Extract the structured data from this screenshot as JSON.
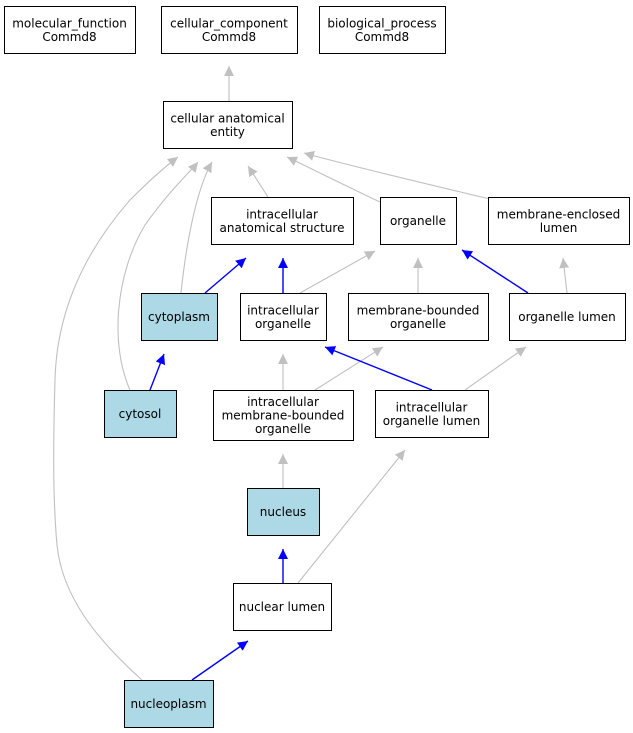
{
  "diagram": {
    "type": "ontology-graph",
    "colors": {
      "background": "#ffffff",
      "node_fill": "#ffffff",
      "highlight_fill": "#add8e6",
      "node_stroke": "#000000",
      "edge_gray": "#c0c0c0",
      "edge_blue": "#0000ff"
    },
    "nodes": [
      {
        "id": "mf",
        "lines": [
          "molecular_function",
          "Commd8"
        ],
        "highlight": false
      },
      {
        "id": "cc",
        "lines": [
          "cellular_component",
          "Commd8"
        ],
        "highlight": false
      },
      {
        "id": "bp",
        "lines": [
          "biological_process",
          "Commd8"
        ],
        "highlight": false
      },
      {
        "id": "cae",
        "lines": [
          "cellular anatomical",
          "entity"
        ],
        "highlight": false
      },
      {
        "id": "ias",
        "lines": [
          "intracellular",
          "anatomical structure"
        ],
        "highlight": false
      },
      {
        "id": "org",
        "lines": [
          "organelle"
        ],
        "highlight": false
      },
      {
        "id": "mel",
        "lines": [
          "membrane-enclosed",
          "lumen"
        ],
        "highlight": false
      },
      {
        "id": "cyto",
        "lines": [
          "cytoplasm"
        ],
        "highlight": true
      },
      {
        "id": "io",
        "lines": [
          "intracellular",
          "organelle"
        ],
        "highlight": false
      },
      {
        "id": "mbo",
        "lines": [
          "membrane-bounded",
          "organelle"
        ],
        "highlight": false
      },
      {
        "id": "ol",
        "lines": [
          "organelle lumen"
        ],
        "highlight": false
      },
      {
        "id": "cytosol",
        "lines": [
          "cytosol"
        ],
        "highlight": true
      },
      {
        "id": "imbo",
        "lines": [
          "intracellular",
          "membrane-bounded",
          "organelle"
        ],
        "highlight": false
      },
      {
        "id": "iol",
        "lines": [
          "intracellular",
          "organelle lumen"
        ],
        "highlight": false
      },
      {
        "id": "nuc",
        "lines": [
          "nucleus"
        ],
        "highlight": true
      },
      {
        "id": "nl",
        "lines": [
          "nuclear lumen"
        ],
        "highlight": false
      },
      {
        "id": "np",
        "lines": [
          "nucleoplasm"
        ],
        "highlight": true
      }
    ],
    "edges": [
      {
        "from": "cae",
        "to": "cc",
        "color": "gray"
      },
      {
        "from": "ias",
        "to": "cae",
        "color": "gray"
      },
      {
        "from": "org",
        "to": "cae",
        "color": "gray"
      },
      {
        "from": "mel",
        "to": "cae",
        "color": "gray"
      },
      {
        "from": "cyto",
        "to": "cae",
        "color": "gray"
      },
      {
        "from": "cytosol",
        "to": "cae",
        "color": "gray"
      },
      {
        "from": "np",
        "to": "cae",
        "color": "gray"
      },
      {
        "from": "cyto",
        "to": "ias",
        "color": "blue"
      },
      {
        "from": "io",
        "to": "ias",
        "color": "blue"
      },
      {
        "from": "io",
        "to": "org",
        "color": "gray"
      },
      {
        "from": "mbo",
        "to": "org",
        "color": "gray"
      },
      {
        "from": "ol",
        "to": "org",
        "color": "blue"
      },
      {
        "from": "ol",
        "to": "mel",
        "color": "gray"
      },
      {
        "from": "cytosol",
        "to": "cyto",
        "color": "blue"
      },
      {
        "from": "imbo",
        "to": "io",
        "color": "gray"
      },
      {
        "from": "imbo",
        "to": "mbo",
        "color": "gray"
      },
      {
        "from": "iol",
        "to": "io",
        "color": "blue"
      },
      {
        "from": "iol",
        "to": "ol",
        "color": "gray"
      },
      {
        "from": "nuc",
        "to": "imbo",
        "color": "gray"
      },
      {
        "from": "nl",
        "to": "iol",
        "color": "gray"
      },
      {
        "from": "nl",
        "to": "nuc",
        "color": "blue"
      },
      {
        "from": "np",
        "to": "nl",
        "color": "blue"
      }
    ]
  }
}
